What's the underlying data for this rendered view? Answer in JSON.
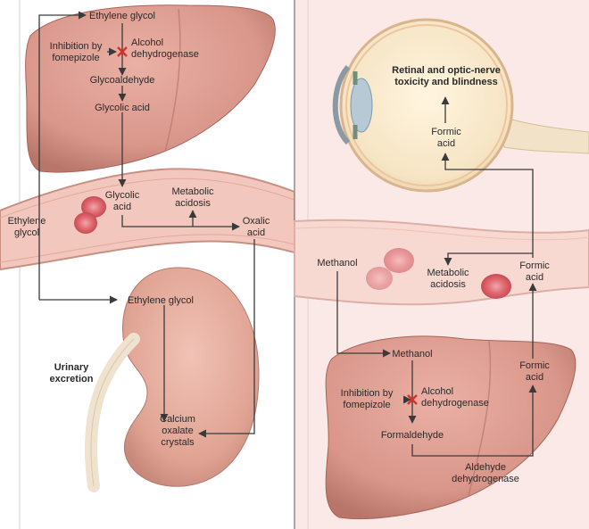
{
  "left_panel": {
    "ethylene_glycol_liver": "Ethylene glycol",
    "inhibition_line1": "Inhibition by",
    "inhibition_line2": "fomepizole",
    "enzyme_line1": "Alcohol",
    "enzyme_line2": "dehydrogenase",
    "glycoaldehyde": "Glycoaldehyde",
    "glycolic_acid_liver": "Glycolic acid",
    "glycolic_blood_line1": "Glycolic",
    "glycolic_blood_line2": "acid",
    "metabolic_line1": "Metabolic",
    "metabolic_line2": "acidosis",
    "oxalic_line1": "Oxalic",
    "oxalic_line2": "acid",
    "eg_blood_line1": "Ethylene",
    "eg_blood_line2": "glycol",
    "ethylene_glycol_kidney": "Ethylene glycol",
    "urinary_line1": "Urinary",
    "urinary_line2": "excretion",
    "calcium_line1": "Calcium",
    "calcium_line2": "oxalate",
    "calcium_line3": "crystals"
  },
  "right_panel": {
    "retinal_line1": "Retinal and optic-nerve",
    "retinal_line2": "toxicity and blindness",
    "formic_eye_line1": "Formic",
    "formic_eye_line2": "acid",
    "methanol_blood": "Methanol",
    "metabolic_line1": "Metabolic",
    "metabolic_line2": "acidosis",
    "formic_blood_line1": "Formic",
    "formic_blood_line2": "acid",
    "methanol_liver": "Methanol",
    "inhibition_line1": "Inhibition by",
    "inhibition_line2": "fomepizole",
    "enzyme_line1": "Alcohol",
    "enzyme_line2": "dehydrogenase",
    "formaldehyde": "Formaldehyde",
    "formic_liver_line1": "Formic",
    "formic_liver_line2": "acid",
    "aldehyde_line1": "Aldehyde",
    "aldehyde_line2": "dehydrogenase"
  },
  "colors": {
    "liver": "#d9968a",
    "liver_dark": "#b86f64",
    "vessel": "#f2c7bd",
    "vessel_wall": "#c98f84",
    "rbc": "#e26a72",
    "kidney": "#e3a99a",
    "right_bg": "#fbe9e7",
    "x_mark": "#d6322b"
  }
}
